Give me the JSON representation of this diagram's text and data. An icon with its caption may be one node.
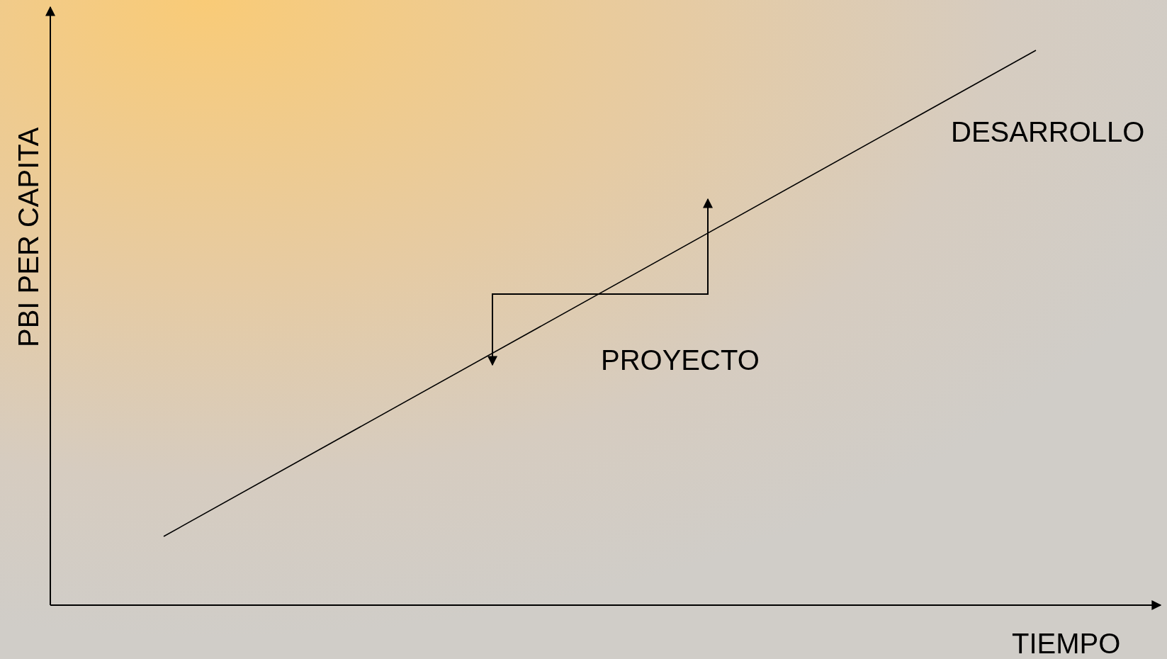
{
  "diagram": {
    "labels": [
      "PBI PER CAPITA",
      "DESARROLLO",
      "PROYECTO",
      "TIEMPO"
    ]
  }
}
